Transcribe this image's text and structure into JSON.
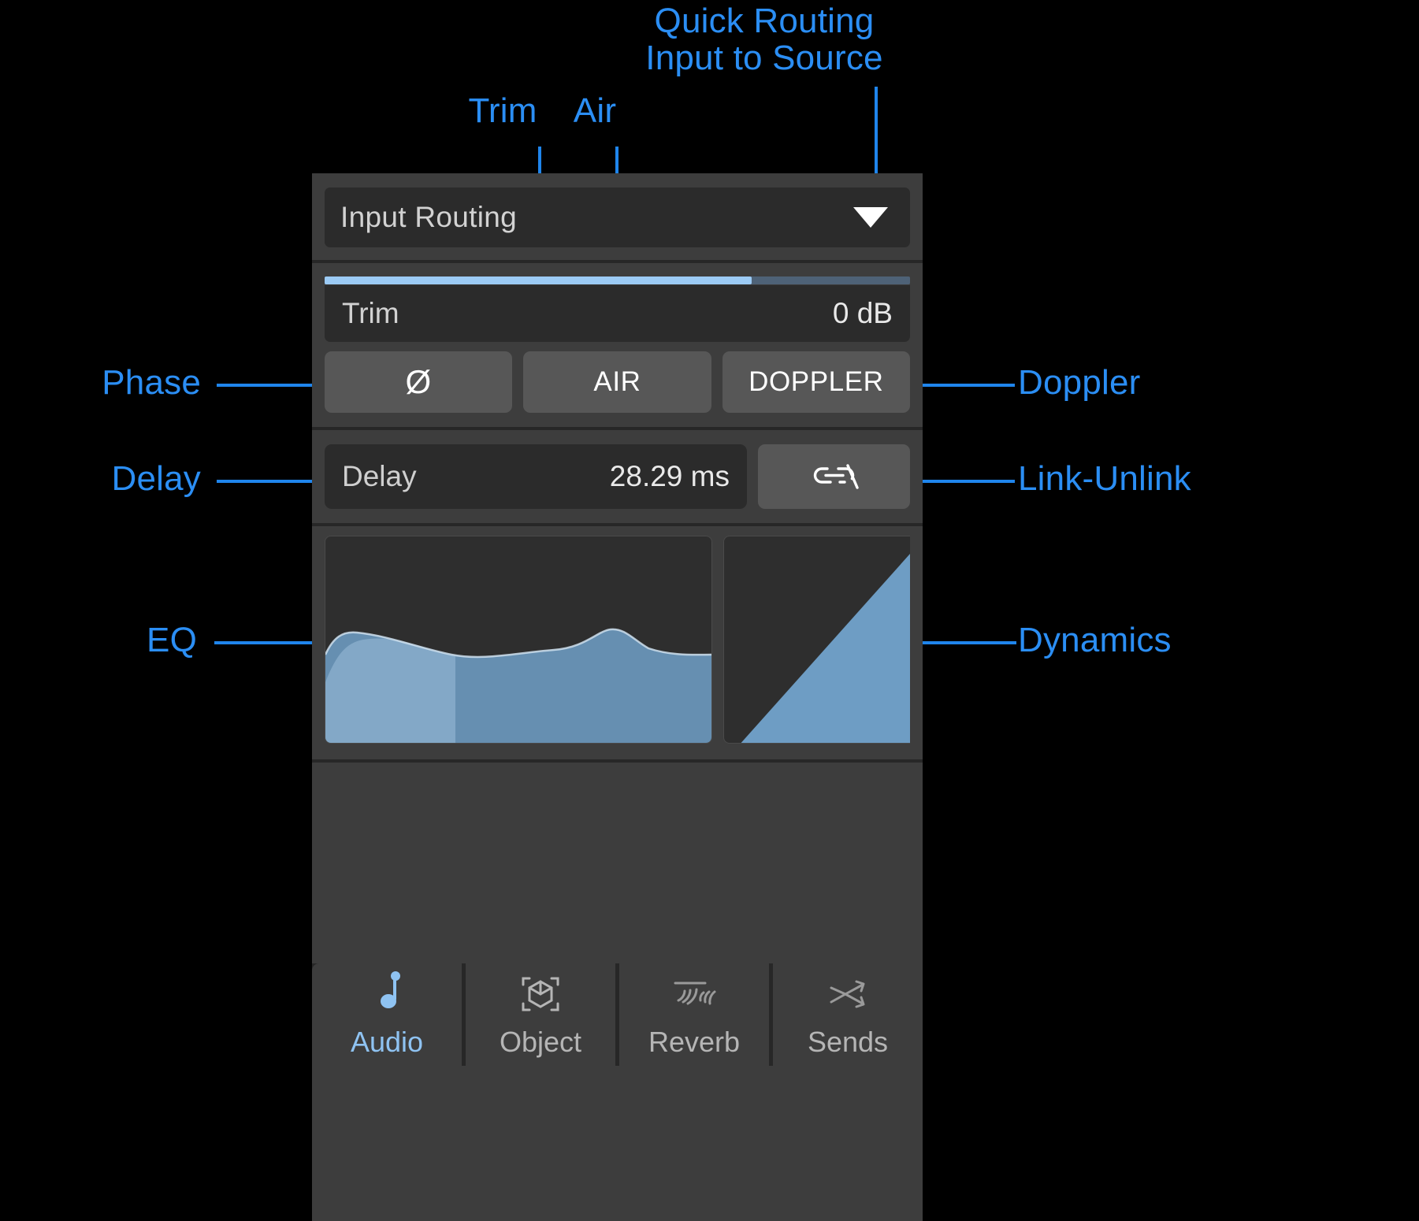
{
  "annotations": [
    {
      "name": "quick-routing",
      "text": "Quick Routing\nInput to Source"
    },
    {
      "name": "trim",
      "text": "Trim"
    },
    {
      "name": "air",
      "text": "Air"
    },
    {
      "name": "phase",
      "text": "Phase"
    },
    {
      "name": "doppler",
      "text": "Doppler"
    },
    {
      "name": "delay",
      "text": "Delay"
    },
    {
      "name": "link-unlink",
      "text": "Link-Unlink"
    },
    {
      "name": "eq",
      "text": "EQ"
    },
    {
      "name": "dynamics",
      "text": "Dynamics"
    }
  ],
  "panel": {
    "routing": {
      "label": "Input Routing",
      "caret_icon": "chevron-down-icon"
    },
    "trim": {
      "label": "Trim",
      "value": "0 dB",
      "slider_percent": 73,
      "handle_percent": 37
    },
    "buttons": [
      {
        "name": "phase-button",
        "label": "Ø"
      },
      {
        "name": "air-button",
        "label": "AIR"
      },
      {
        "name": "doppler-button",
        "label": "DOPPLER"
      }
    ],
    "delay": {
      "label": "Delay",
      "value": "28.29 ms",
      "link_icon": "link-broken-icon"
    },
    "graphs": [
      {
        "name": "eq-graph",
        "icon": "eq-curve"
      },
      {
        "name": "dynamics-graph",
        "icon": "dynamics-curve"
      }
    ],
    "tabs": [
      {
        "name": "tab-audio",
        "label": "Audio",
        "icon": "music-note-icon",
        "active": true
      },
      {
        "name": "tab-object",
        "label": "Object",
        "icon": "cube-icon",
        "active": false
      },
      {
        "name": "tab-reverb",
        "label": "Reverb",
        "icon": "reverb-waves-icon",
        "active": false
      },
      {
        "name": "tab-sends",
        "label": "Sends",
        "icon": "sends-arrows-icon",
        "active": false
      }
    ]
  },
  "colors": {
    "accent": "#1f85ec",
    "slider_fill": "#9ccbf5",
    "curve": "#6e9dc4",
    "panel": "#3d3d3d",
    "field": "#2b2b2b",
    "button": "#575757"
  }
}
